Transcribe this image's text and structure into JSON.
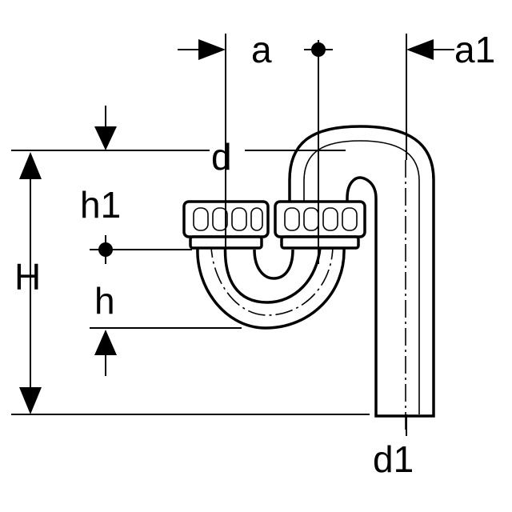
{
  "labels": {
    "a": "a",
    "a1": "a1",
    "d": "d",
    "h1": "h1",
    "h": "h",
    "H": "H",
    "d1": "d1"
  },
  "colors": {
    "line": "#000000",
    "background": "#ffffff"
  }
}
